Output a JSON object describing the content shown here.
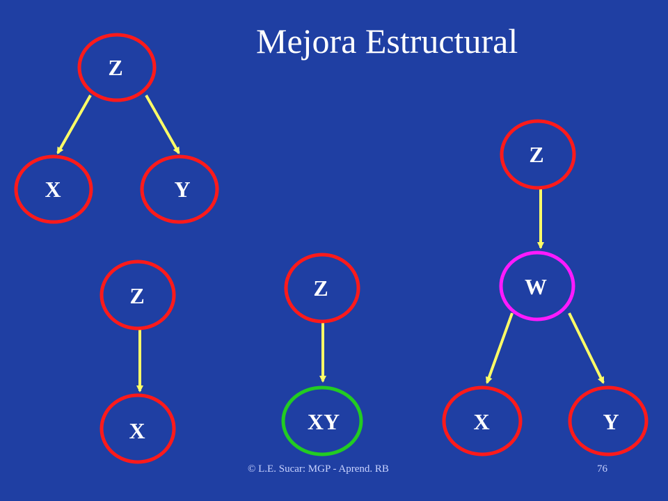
{
  "title": "Mejora Estructural",
  "footer": {
    "credit": "© L.E. Sucar: MGP - Aprend. RB",
    "page": "76"
  },
  "colors": {
    "background": "#1f3fa3",
    "node_red": "#ff1a1a",
    "node_magenta": "#ff1aff",
    "node_green": "#22cc22",
    "arrow": "#ffff66"
  },
  "diagrams": {
    "original": {
      "z": "Z",
      "x": "X",
      "y": "Y"
    },
    "pair_removed": {
      "z": "Z",
      "x": "X"
    },
    "merged": {
      "z": "Z",
      "xy": "XY"
    },
    "hidden_node": {
      "z": "Z",
      "w": "W",
      "x": "X",
      "y": "Y"
    }
  }
}
